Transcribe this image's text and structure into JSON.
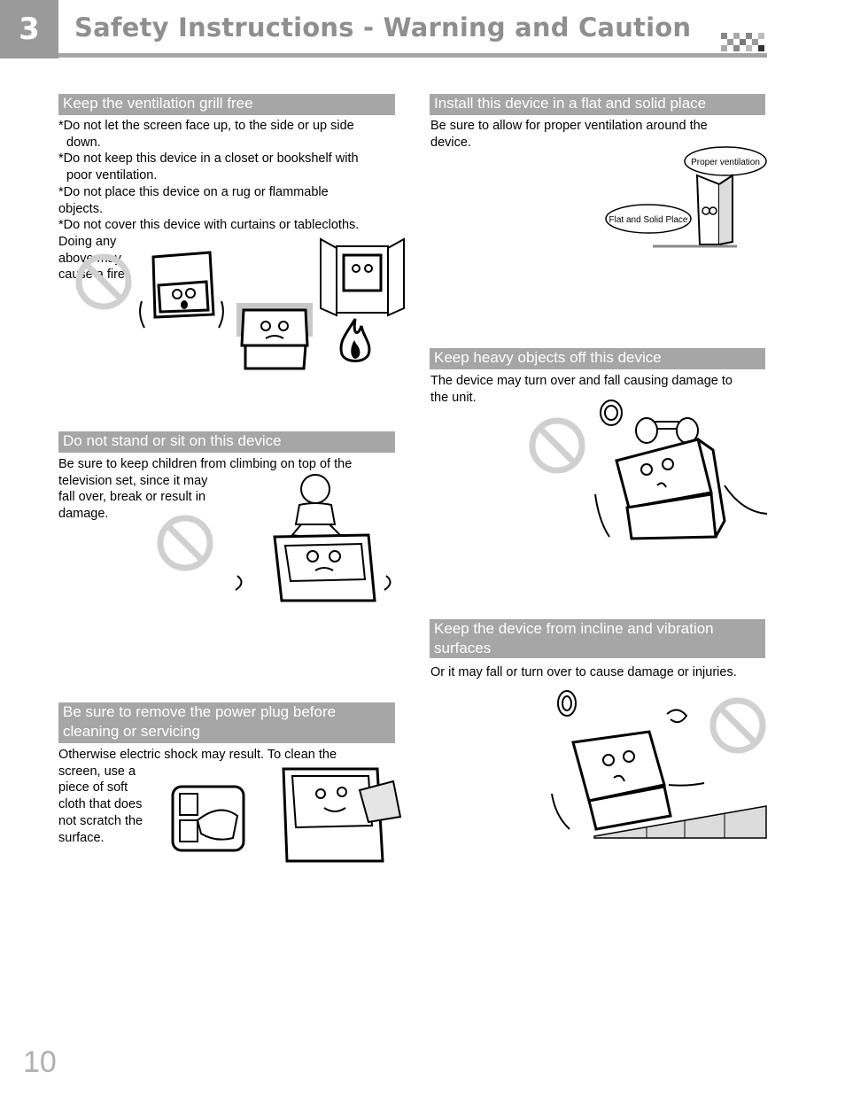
{
  "header": {
    "chapter": "3",
    "title": "Safety Instructions - Warning and Caution"
  },
  "sections": {
    "ventilation": {
      "title": "Keep the ventilation grill free",
      "lines": [
        "*Do not let the screen face up, to the side or up side",
        "down.",
        "*Do not keep this device in a closet or bookshelf with",
        "poor ventilation.",
        "*Do not place this device on a rug or flammable",
        "objects.",
        "*Do not cover this device with curtains or tablecloths.",
        "Doing any",
        "above may",
        "cause a fire."
      ]
    },
    "flat_place": {
      "title": "Install this device in a flat and solid place",
      "lines": [
        "Be sure to allow for proper ventilation around the",
        "device."
      ],
      "bubble_proper": "Proper ventilation",
      "bubble_flat": "Flat and Solid Place"
    },
    "heavy_objects": {
      "title": "Keep heavy objects off this device",
      "lines": [
        "The device may turn over and fall causing damage to",
        "the unit."
      ]
    },
    "stand_sit": {
      "title": "Do not stand or sit on this device",
      "lines": [
        "Be sure to keep children from climbing on top of the",
        "television set, since it may",
        "fall over, break or result in",
        "damage."
      ]
    },
    "incline": {
      "title_line1": "Keep the device from incline and vibration",
      "title_line2": "surfaces",
      "lines": [
        "Or it may fall or turn over to cause damage or injuries."
      ]
    },
    "power_plug": {
      "title_line1": "Be sure to remove the power plug before",
      "title_line2": "cleaning or servicing",
      "lines": [
        "Otherwise electric shock may result. To clean the",
        "screen, use a",
        "piece of soft",
        "cloth that does",
        "not scratch the",
        "surface."
      ]
    }
  },
  "footer": {
    "page_number": "10"
  },
  "colors": {
    "header_gray": "#a6a6a6",
    "title_gray": "#8f8f8f",
    "no_symbol": "#d0d0d0"
  }
}
